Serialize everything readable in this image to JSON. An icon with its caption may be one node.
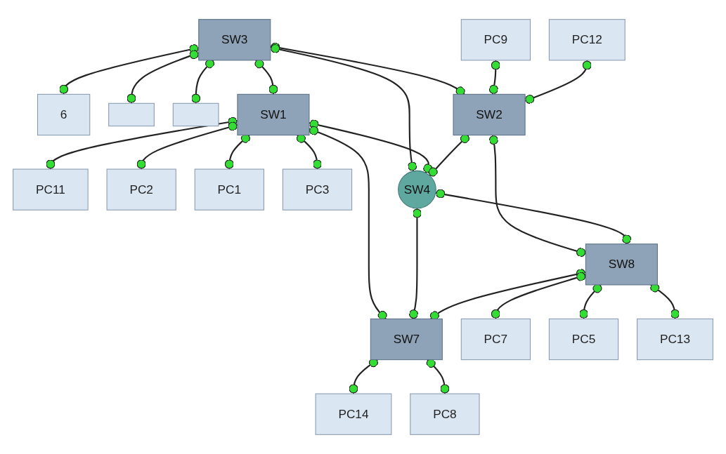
{
  "diagram": {
    "nodes": [
      {
        "text": [
          "PC11"
        ]
      },
      {
        "text": [
          "PC2"
        ]
      },
      {
        "text": [
          "PC1"
        ]
      },
      {
        "text": [
          "6"
        ]
      },
      {
        "text": [],
        "shape": "box"
      },
      {
        "text": [],
        "shape": "box"
      },
      {
        "text": [
          "SW3"
        ]
      },
      {
        "text": [
          "SW1"
        ]
      },
      {
        "text": [
          "PC3"
        ]
      },
      {
        "text": [
          "PC9"
        ]
      },
      {
        "text": [
          "SW2"
        ]
      },
      {
        "text": [
          "SW4"
        ]
      },
      {
        "text": [
          "PC12"
        ]
      },
      {
        "text": [
          "SW7"
        ]
      },
      {
        "text": [
          "SW8"
        ]
      },
      {
        "text": [
          "PC8"
        ]
      },
      {
        "text": [
          "PC14"
        ]
      },
      {
        "text": [
          "PC7"
        ]
      },
      {
        "text": [
          "PC5"
        ]
      },
      {
        "text": [
          "PC13"
        ]
      }
    ],
    "edges": [
      {
        "from": 7,
        "to": 0,
        "arrow": "other"
      },
      {
        "from": 7,
        "to": 1,
        "arrow": "other"
      },
      {
        "from": 7,
        "to": 2,
        "arrow": "other"
      },
      {
        "from": 7,
        "to": 8,
        "arrow": "other"
      },
      {
        "from": 6,
        "to": 7,
        "arrow": "other"
      },
      {
        "from": 6,
        "to": 3,
        "arrow": "other"
      },
      {
        "from": 6,
        "to": 4,
        "arrow": "other"
      },
      {
        "from": 6,
        "to": 5,
        "arrow": "other"
      },
      {
        "from": 6,
        "to": 10,
        "arrow": "other"
      },
      {
        "from": 6,
        "to": 11,
        "arrow": "other"
      },
      {
        "from": 7,
        "to": 11,
        "arrow": "other"
      },
      {
        "from": 7,
        "to": 13,
        "arrow": "other"
      },
      {
        "from": 9,
        "to": 10,
        "arrow": "other"
      },
      {
        "from": 12,
        "to": 10,
        "arrow": "other"
      },
      {
        "from": 10,
        "to": 11,
        "arrow": "other"
      },
      {
        "from": 10,
        "to": 14,
        "arrow": "other"
      },
      {
        "from": 11,
        "to": 14,
        "arrow": "other"
      },
      {
        "from": 11,
        "to": 13,
        "arrow": "other"
      },
      {
        "from": 14,
        "to": 13,
        "arrow": "other"
      },
      {
        "from": 13,
        "to": 16,
        "arrow": "other"
      },
      {
        "from": 13,
        "to": 15,
        "arrow": "other"
      },
      {
        "from": 14,
        "to": 17,
        "arrow": "other"
      },
      {
        "from": 14,
        "to": 18,
        "arrow": "other"
      },
      {
        "from": 14,
        "to": 19,
        "arrow": "other"
      }
    ]
  }
}
